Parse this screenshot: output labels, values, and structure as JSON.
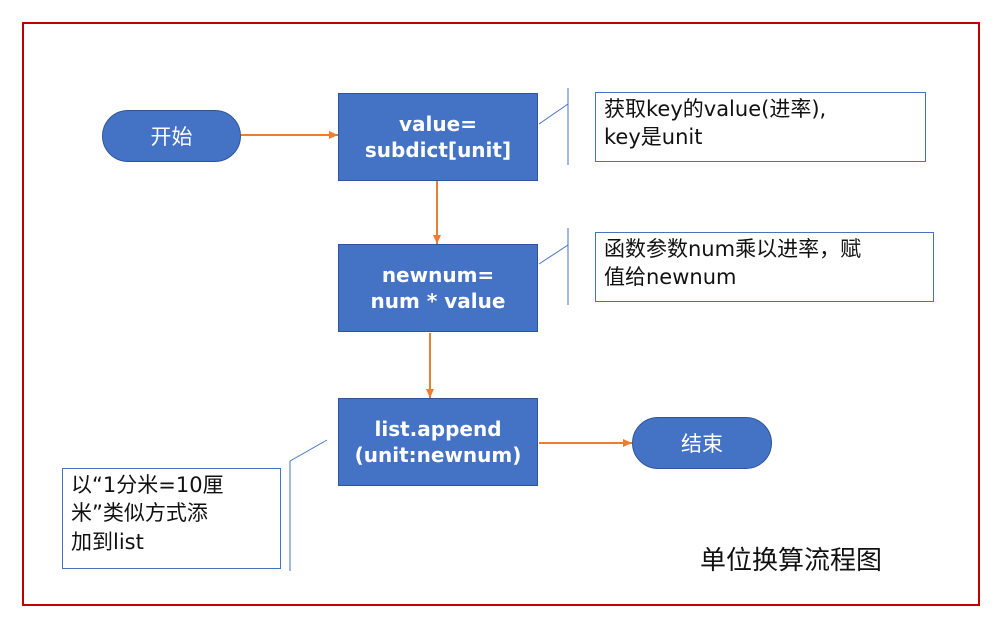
{
  "start": {
    "label": "开始"
  },
  "end": {
    "label": "结束"
  },
  "steps": [
    {
      "line1": "value=",
      "line2": "subdict[unit]"
    },
    {
      "line1": "newnum=",
      "line2": "num * value"
    },
    {
      "line1": "list.append",
      "line2": "(unit:newnum)"
    }
  ],
  "notes": [
    {
      "line1": "获取key的value(进率),",
      "line2": "key是unit"
    },
    {
      "line1": "函数参数num乘以进率，赋",
      "line2": "值给newnum"
    },
    {
      "line1": "以“1分米=10厘",
      "line2": "米”类似方式添",
      "line3": "加到list"
    }
  ],
  "caption": "单位换算流程图",
  "colors": {
    "node_fill": "#4472c4",
    "arrow": "#ed7d31",
    "frame": "#c00000"
  }
}
